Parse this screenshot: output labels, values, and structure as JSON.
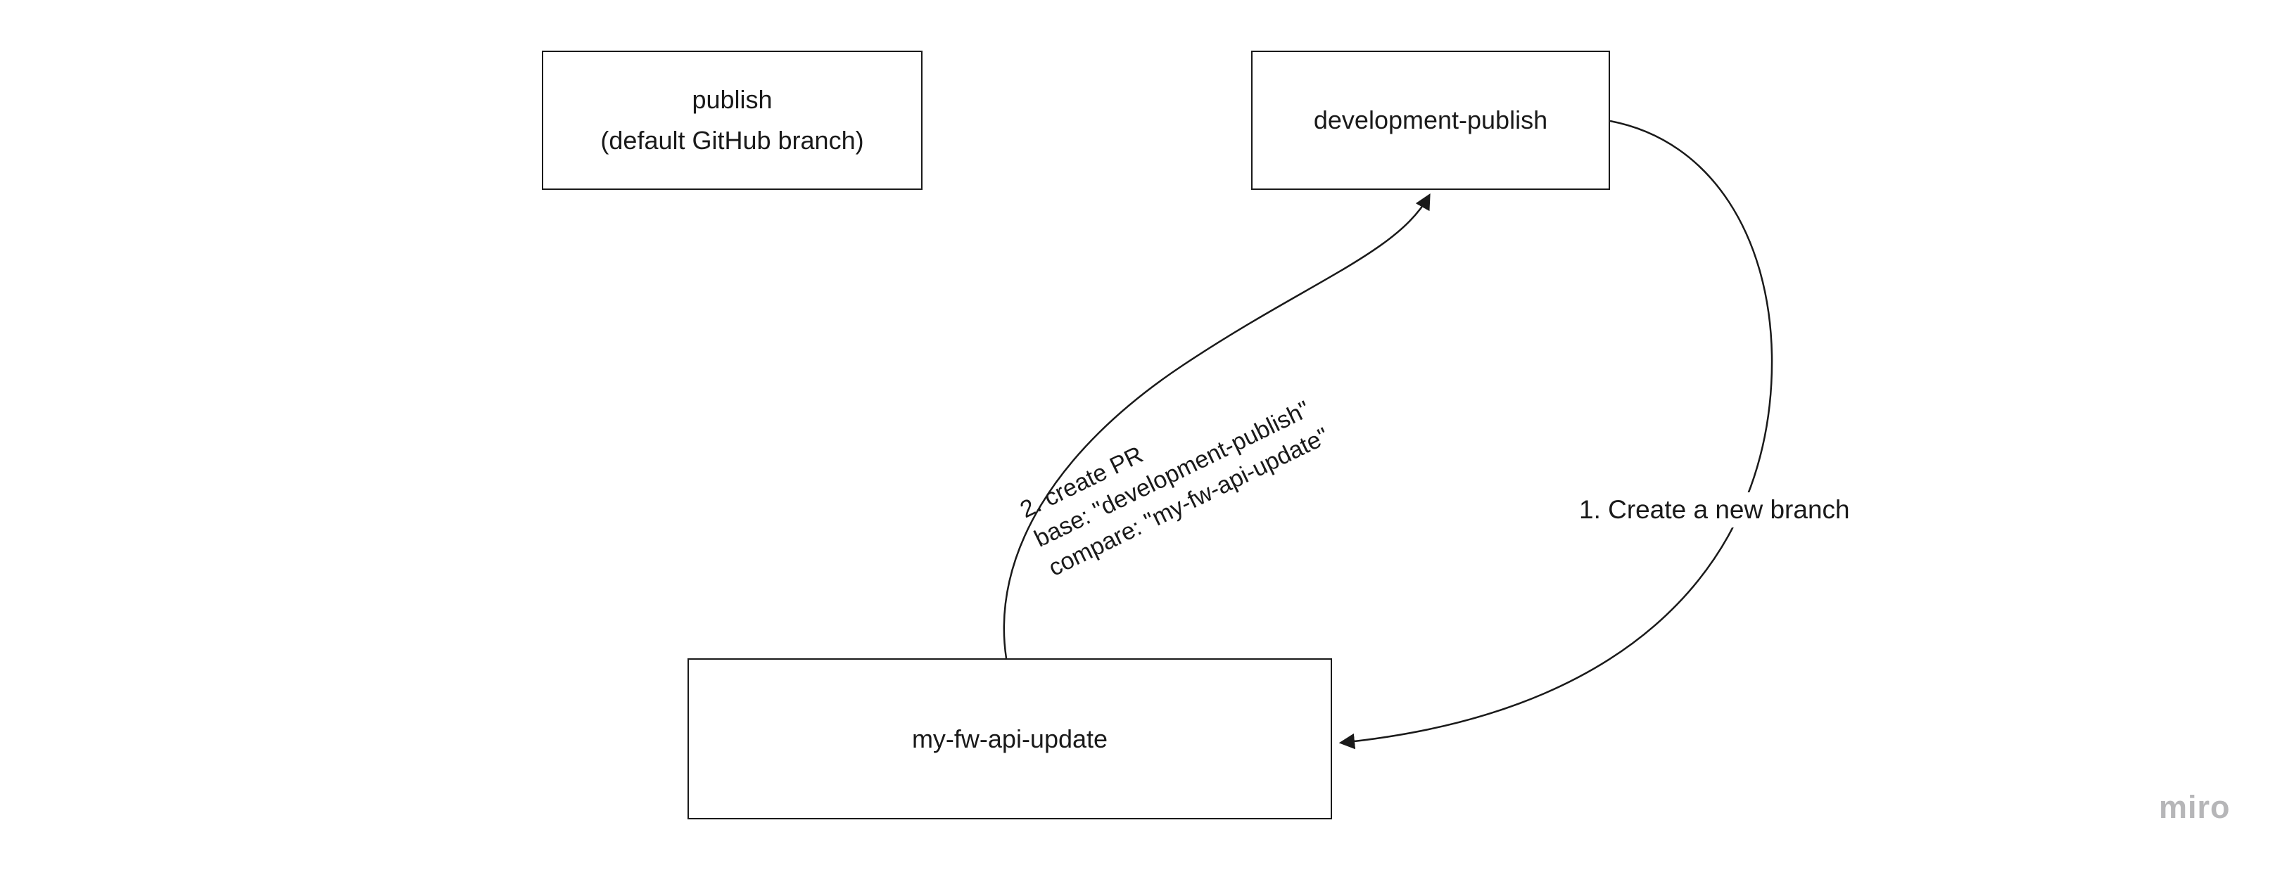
{
  "board": {
    "background": "#ffffff"
  },
  "nodes": {
    "publish": {
      "line1": "publish",
      "line2": "(default GitHub branch)"
    },
    "development_publish": {
      "label": "development-publish"
    },
    "my_fw_api_update": {
      "label": "my-fw-api-update"
    }
  },
  "edges": {
    "create_branch": {
      "label": "1. Create a new branch"
    },
    "create_pr": {
      "line1": "2. create PR",
      "line2": "base: \"development-publish\"",
      "line3": "compare: \"my-fw-api-update\""
    }
  },
  "watermark": {
    "label": "miro"
  },
  "colors": {
    "stroke": "#1a1a1a",
    "text": "#1a1a1a",
    "watermark": "#b6b6b8"
  }
}
